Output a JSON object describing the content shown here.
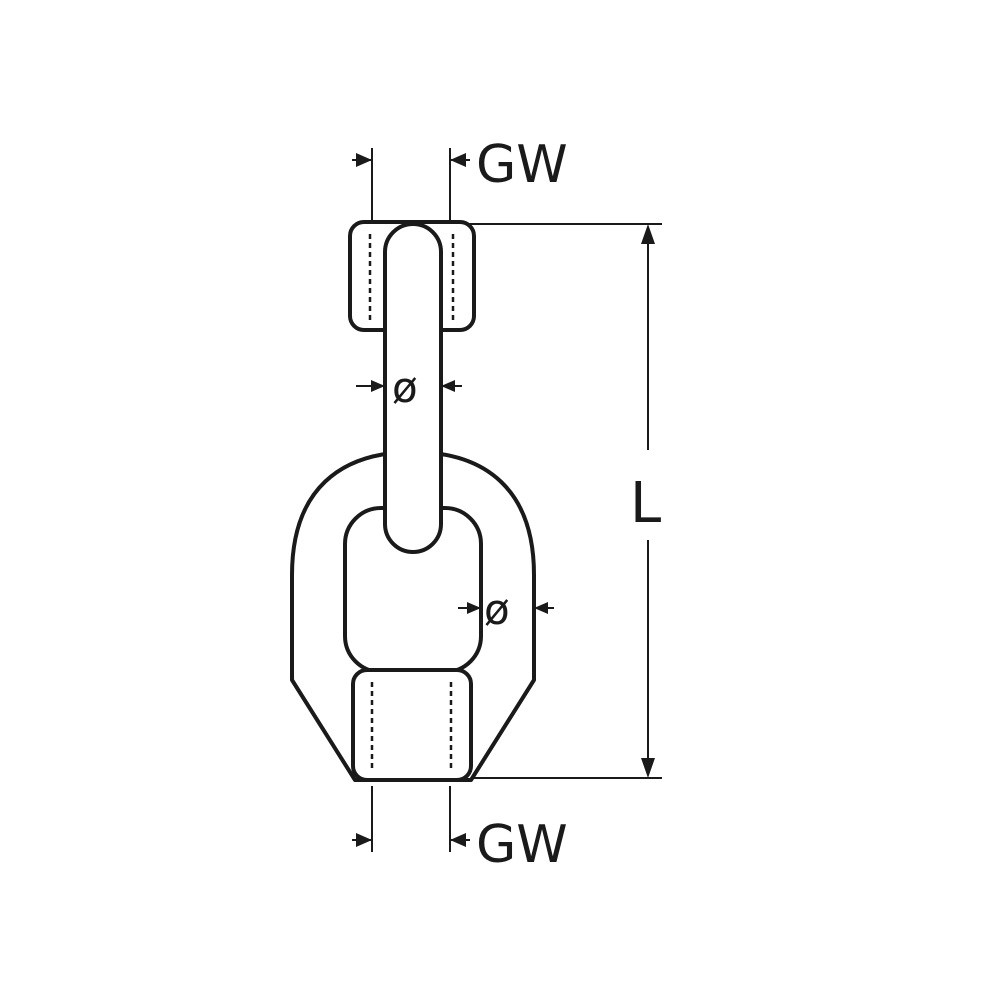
{
  "labels": {
    "gw_top": "GW",
    "gw_bottom": "GW",
    "length": "L",
    "diameter_link": "ø",
    "diameter_body": "ø"
  },
  "colors": {
    "line": "#1a1a1a",
    "background": "#ffffff"
  }
}
